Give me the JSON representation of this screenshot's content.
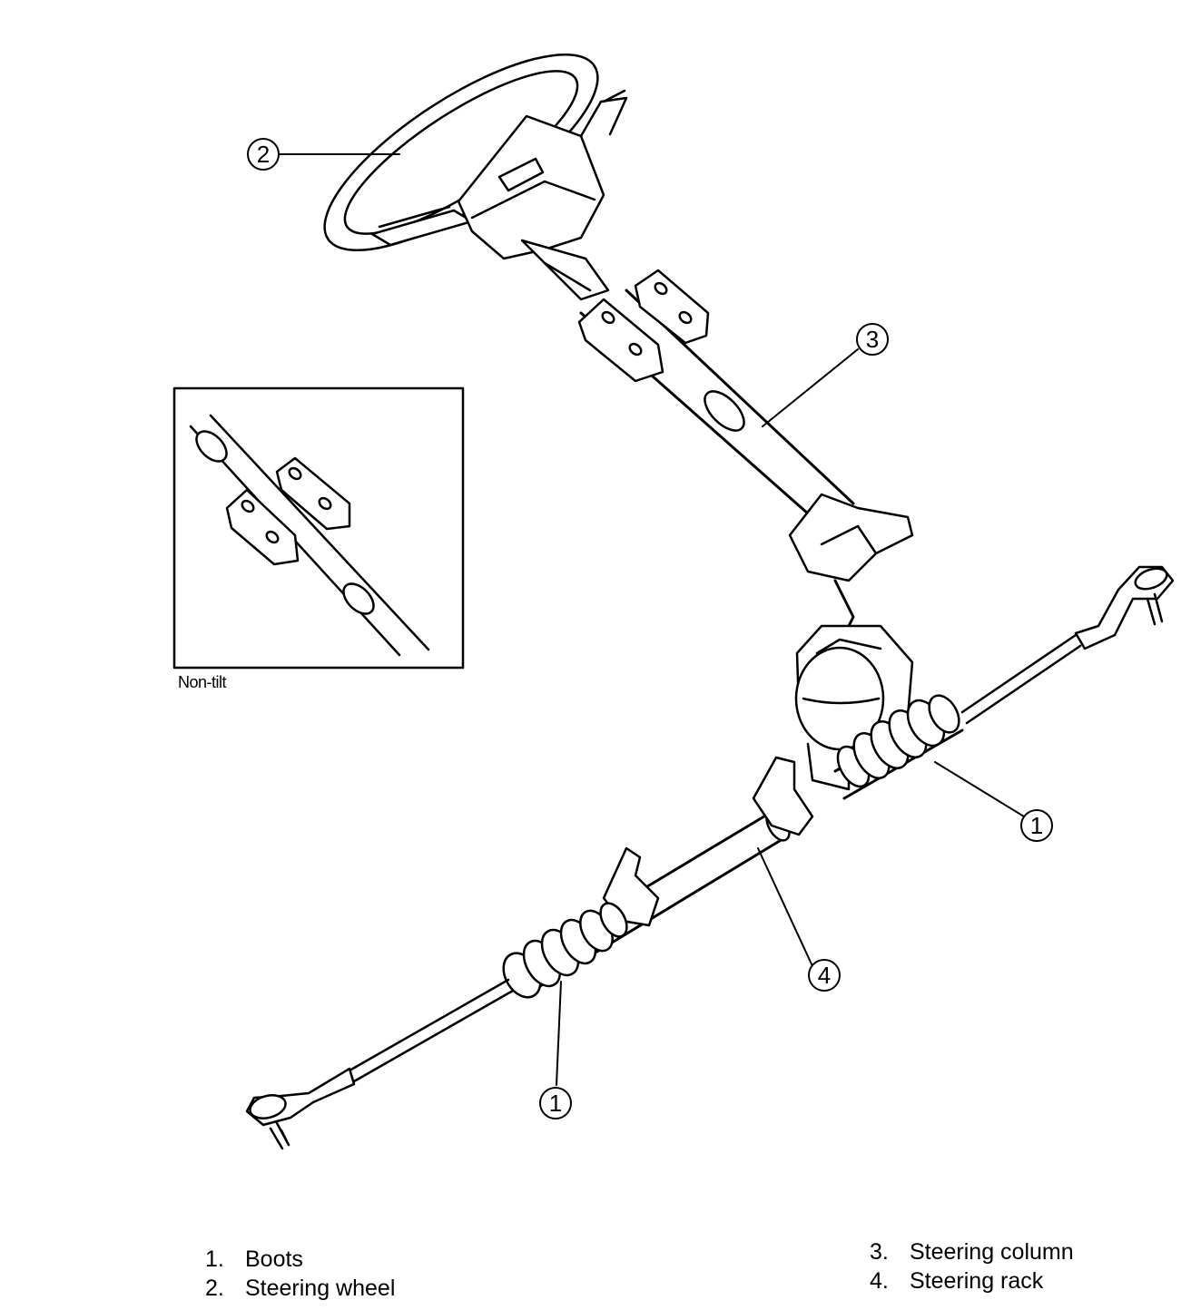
{
  "callouts": {
    "c1a": "1",
    "c1b": "1",
    "c2": "2",
    "c3": "3",
    "c4": "4"
  },
  "inset": {
    "caption": "Non-tilt"
  },
  "legend": {
    "left": [
      {
        "num": "1.",
        "label": "Boots"
      },
      {
        "num": "2.",
        "label": "Steering wheel"
      }
    ],
    "right": [
      {
        "num": "3.",
        "label": "Steering column"
      },
      {
        "num": "4.",
        "label": "Steering rack"
      }
    ]
  }
}
